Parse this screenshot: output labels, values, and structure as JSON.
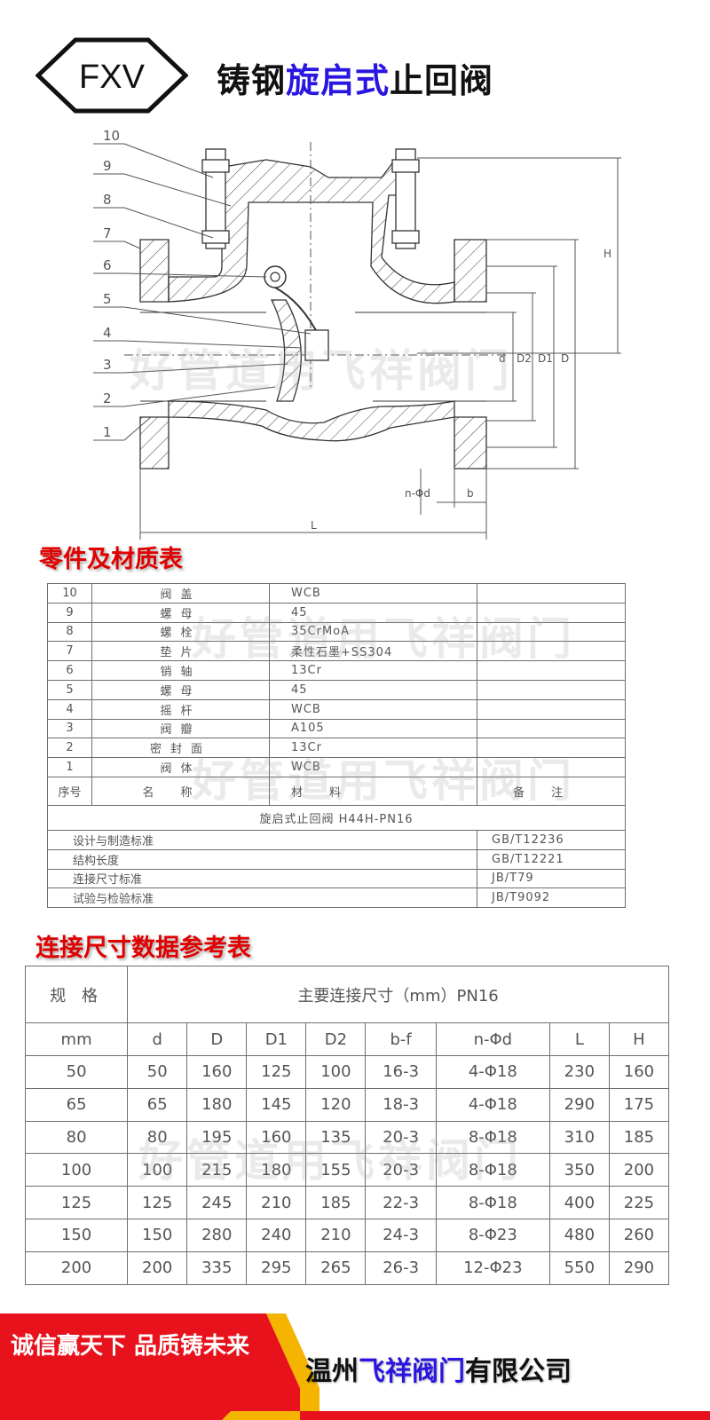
{
  "header": {
    "logo_text": "FXV",
    "title_part1": "铸钢",
    "title_highlight": "旋启式",
    "title_part2": "止回阀"
  },
  "drawing": {
    "part_numbers": [
      "10",
      "9",
      "8",
      "7",
      "6",
      "5",
      "4",
      "3",
      "2",
      "1"
    ],
    "dimension_labels": {
      "H": "H",
      "d": "d",
      "D2": "D2",
      "D1": "D1",
      "D": "D",
      "n_phi_d": "n-Φd",
      "b": "b",
      "L": "L"
    }
  },
  "watermark": "好管道用飞祥阀门",
  "parts_section": {
    "heading": "零件及材质表",
    "rows": [
      {
        "no": "10",
        "name": "阀盖",
        "material": "WCB",
        "note": ""
      },
      {
        "no": "9",
        "name": "螺母",
        "material": "45",
        "note": ""
      },
      {
        "no": "8",
        "name": "螺栓",
        "material": "35CrMoA",
        "note": ""
      },
      {
        "no": "7",
        "name": "垫片",
        "material": "柔性石墨+SS304",
        "note": ""
      },
      {
        "no": "6",
        "name": "销轴",
        "material": "13Cr",
        "note": ""
      },
      {
        "no": "5",
        "name": "螺母",
        "material": "45",
        "note": ""
      },
      {
        "no": "4",
        "name": "摇杆",
        "material": "WCB",
        "note": ""
      },
      {
        "no": "3",
        "name": "阀瓣",
        "material": "A105",
        "note": ""
      },
      {
        "no": "2",
        "name": "密封面",
        "material": "13Cr",
        "note": ""
      },
      {
        "no": "1",
        "name": "阀体",
        "material": "WCB",
        "note": ""
      }
    ],
    "header": {
      "no": "序号",
      "name": "名称",
      "material": "材料",
      "note": "备注"
    },
    "model": "旋启式止回阀 H44H-PN16",
    "standards": [
      {
        "label": "设计与制造标准",
        "value": "GB/T12236"
      },
      {
        "label": "结构长度",
        "value": "GB/T12221"
      },
      {
        "label": "连接尺寸标准",
        "value": "JB/T79"
      },
      {
        "label": "试验与检验标准",
        "value": "JB/T9092"
      }
    ]
  },
  "dims_section": {
    "heading": "连接尺寸数据参考表",
    "spec_label": "规 格",
    "main_label": "主要连接尺寸（mm）PN16",
    "columns": [
      "mm",
      "d",
      "D",
      "D1",
      "D2",
      "b-f",
      "n-Φd",
      "L",
      "H"
    ],
    "rows": [
      [
        "50",
        "50",
        "160",
        "125",
        "100",
        "16-3",
        "4-Φ18",
        "230",
        "160"
      ],
      [
        "65",
        "65",
        "180",
        "145",
        "120",
        "18-3",
        "4-Φ18",
        "290",
        "175"
      ],
      [
        "80",
        "80",
        "195",
        "160",
        "135",
        "20-3",
        "8-Φ18",
        "310",
        "185"
      ],
      [
        "100",
        "100",
        "215",
        "180",
        "155",
        "20-3",
        "8-Φ18",
        "350",
        "200"
      ],
      [
        "125",
        "125",
        "245",
        "210",
        "185",
        "22-3",
        "8-Φ18",
        "400",
        "225"
      ],
      [
        "150",
        "150",
        "280",
        "240",
        "210",
        "24-3",
        "8-Φ23",
        "480",
        "260"
      ],
      [
        "200",
        "200",
        "335",
        "295",
        "265",
        "26-3",
        "12-Φ23",
        "550",
        "290"
      ]
    ]
  },
  "footer": {
    "slogan": "诚信赢天下 品质铸未来",
    "company_part1": "温州",
    "company_highlight": "飞祥阀门",
    "company_part2": "有限公司"
  },
  "colors": {
    "accent_red": "#e00000",
    "accent_blue": "#2a16e0",
    "footer_red": "#e8121c",
    "footer_yellow": "#f5b400"
  }
}
